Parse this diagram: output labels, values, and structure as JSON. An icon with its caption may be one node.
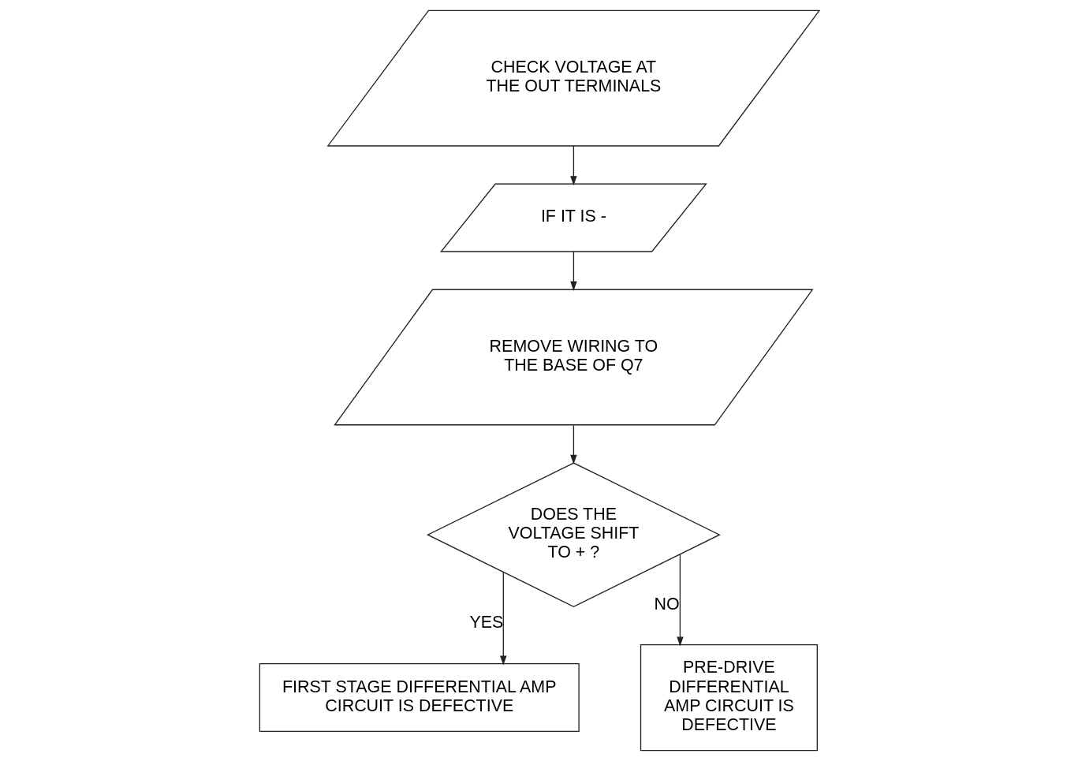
{
  "diagram": {
    "nodes": [
      {
        "text": [
          "CHECK VOLTAGE AT THE OUT TERMINALS"
        ]
      },
      {
        "text": [
          "IF IT IS -"
        ]
      },
      {
        "text": [
          "REMOVE WIRING TO THE BASE OF Q7"
        ]
      },
      {
        "text": [
          "DOES THE VOLTAGE SHIFT TO + ?"
        ]
      },
      {
        "text": [
          "FIRST STAGE DIFFERENTIAL AMP CIRCUIT IS DEFECTIVE"
        ]
      },
      {
        "text": [
          "PRE-DRIVE DIFFERENTIAL AMP CIRCUIT IS DEFECTIVE"
        ]
      }
    ],
    "edges": [
      {
        "from": 0,
        "to": 1,
        "arrow": "to"
      },
      {
        "from": 1,
        "to": 2,
        "arrow": "to"
      },
      {
        "from": 2,
        "to": 3,
        "arrow": "to"
      },
      {
        "from": 3,
        "to": 4,
        "arrow": "to",
        "label": "YES"
      },
      {
        "from": 3,
        "to": 5,
        "arrow": "to",
        "label": "NO"
      }
    ]
  }
}
